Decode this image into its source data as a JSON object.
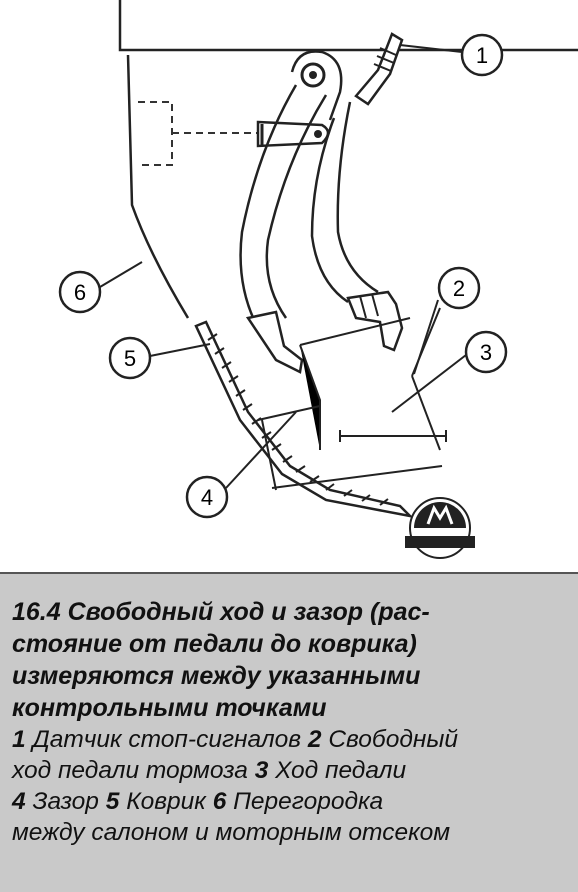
{
  "figure": {
    "callouts": [
      "1",
      "2",
      "3",
      "4",
      "5",
      "6"
    ]
  },
  "caption": {
    "heading_lines": [
      "16.4 Свободный ход и зазор (рас-",
      "стояние от педали до коврика)",
      "измеряются между указанными",
      "контрольными точками"
    ],
    "legend_lines": [
      [
        {
          "num": "1",
          "text": " Датчик стоп-сигналов "
        },
        {
          "num": "2",
          "text": " Свободный"
        }
      ],
      [
        {
          "num": "",
          "text": "ход педали тормоза "
        },
        {
          "num": "3",
          "text": " Ход педали"
        }
      ],
      [
        {
          "num": "4",
          "text": " Зазор "
        },
        {
          "num": "5",
          "text": " Коврик "
        },
        {
          "num": "6",
          "text": " Перегородка"
        }
      ],
      [
        {
          "num": "",
          "text": "между салоном и моторным отсеком"
        }
      ]
    ]
  }
}
